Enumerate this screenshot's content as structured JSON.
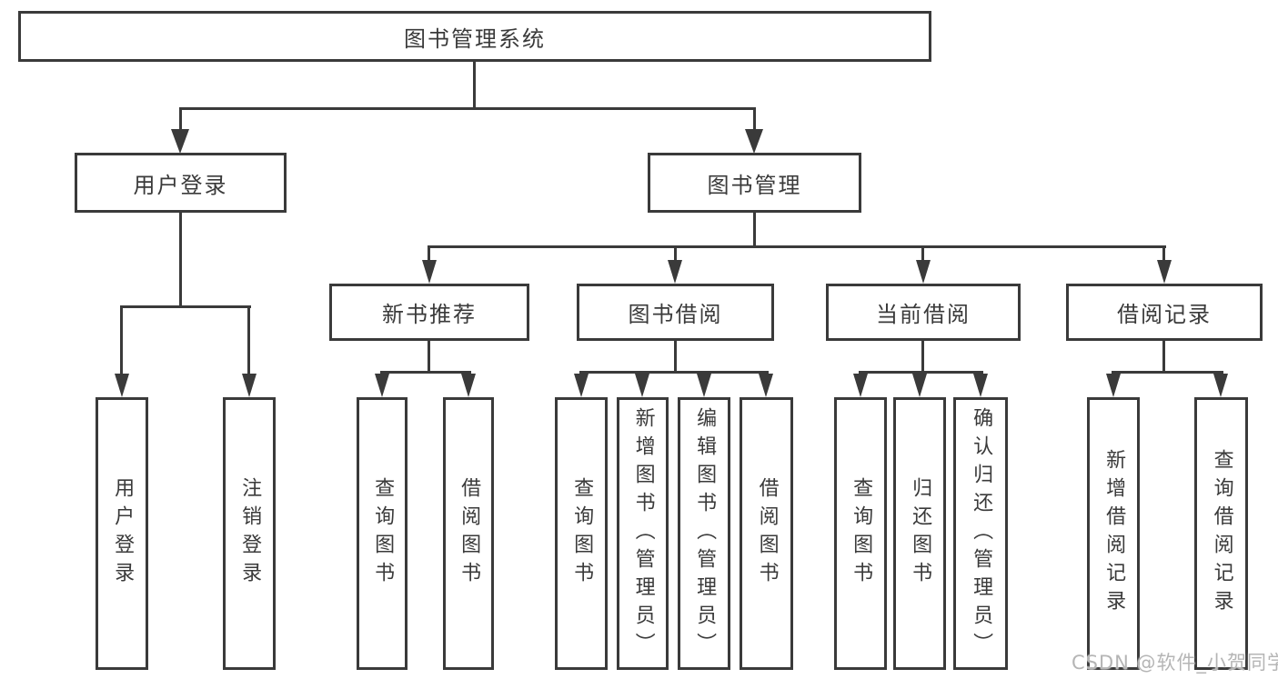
{
  "diagram": {
    "root": {
      "label": "图书管理系统"
    },
    "level2": [
      {
        "label": "用户登录"
      },
      {
        "label": "图书管理"
      }
    ],
    "level3": [
      {
        "label": "新书推荐"
      },
      {
        "label": "图书借阅"
      },
      {
        "label": "当前借阅"
      },
      {
        "label": "借阅记录"
      }
    ],
    "leaves": {
      "user_login": [
        {
          "label": "用户登录"
        },
        {
          "label": "注销登录"
        }
      ],
      "new_book_recommend": [
        {
          "label": "查询图书"
        },
        {
          "label": "借阅图书"
        }
      ],
      "book_borrow": [
        {
          "label": "查询图书"
        },
        {
          "label": "新增图书（管理员）"
        },
        {
          "label": "编辑图书（管理员）"
        },
        {
          "label": "借阅图书"
        }
      ],
      "current_borrow": [
        {
          "label": "查询图书"
        },
        {
          "label": "归还图书"
        },
        {
          "label": "确认归还（管理员）"
        }
      ],
      "borrow_record": [
        {
          "label": "新增借阅记录"
        },
        {
          "label": "查询借阅记录"
        }
      ]
    },
    "watermark": "CSDN @软件_小贺同学",
    "colors": {
      "line": "#3a3a3a",
      "text": "#3a3a3a",
      "watermark": "#b5b5b5",
      "background": "#ffffff"
    }
  }
}
